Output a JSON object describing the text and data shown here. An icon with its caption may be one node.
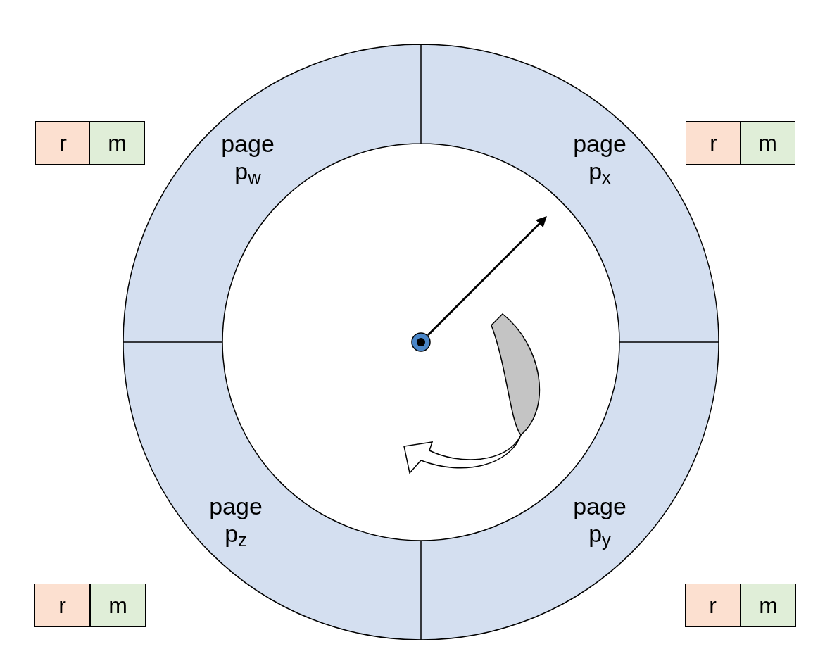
{
  "diagram": {
    "nodes": [
      {
        "text": [
          "r"
        ]
      },
      {
        "text": [
          "m"
        ]
      },
      {
        "text": [
          "page p$_{w}$"
        ]
      },
      {
        "text": [
          "page p$_{x}$"
        ]
      },
      {
        "text": [
          "r"
        ]
      },
      {
        "text": [
          "m"
        ]
      },
      {
        "text": [],
        "shape": "circle"
      },
      {
        "text": [
          "page p$_{z}$"
        ]
      },
      {
        "text": [
          "page p$_{y}$"
        ]
      },
      {
        "text": [
          "r"
        ]
      },
      {
        "text": [
          "m"
        ]
      },
      {
        "text": [
          "r"
        ]
      },
      {
        "text": [
          "m"
        ]
      }
    ],
    "edges": [
      {
        "from": 6,
        "to": 3,
        "arrow": "to"
      }
    ]
  }
}
